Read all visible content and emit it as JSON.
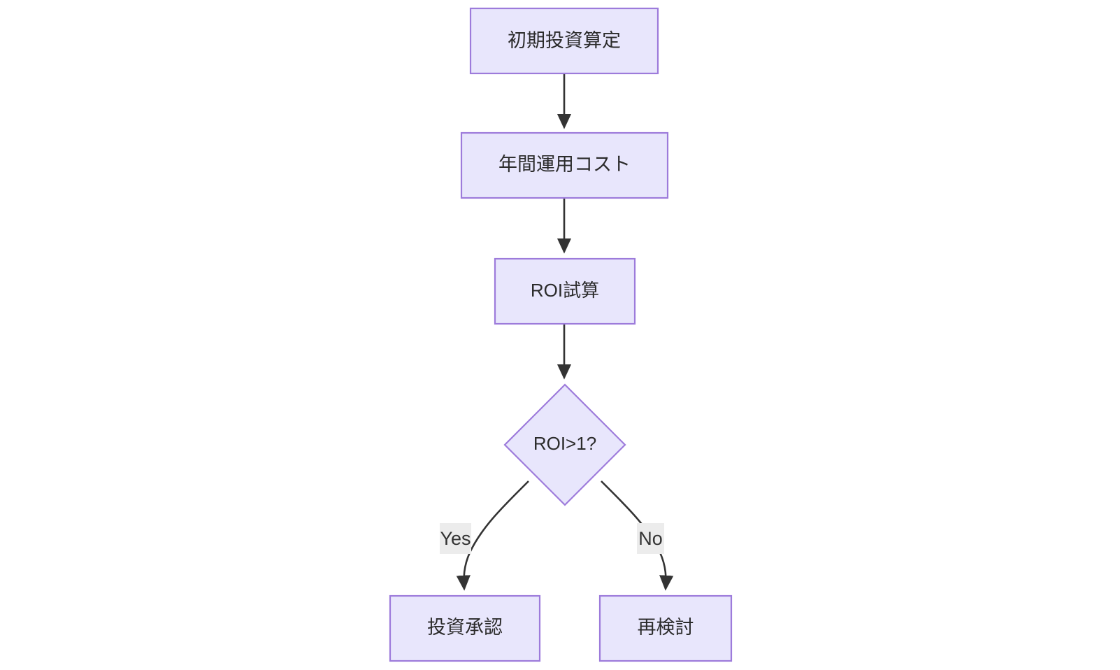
{
  "diagram": {
    "type": "flowchart",
    "direction": "top-to-bottom",
    "background_color": "#ffffff",
    "node_fill_color": "#e8e6fc",
    "node_stroke_color": "#9d7bdb",
    "edge_color": "#333333",
    "text_color": "#2b2b2b",
    "edge_label_bg_color": "#ececec",
    "nodes": [
      {
        "id": "initial_investment",
        "label": "初期投資算定",
        "shape": "rectangle"
      },
      {
        "id": "annual_cost",
        "label": "年間運用コスト",
        "shape": "rectangle"
      },
      {
        "id": "roi_calc",
        "label": "ROI試算",
        "shape": "rectangle"
      },
      {
        "id": "roi_decision",
        "label": "ROI>1?",
        "shape": "diamond"
      },
      {
        "id": "approve",
        "label": "投資承認",
        "shape": "rectangle"
      },
      {
        "id": "reconsider",
        "label": "再検討",
        "shape": "rectangle"
      }
    ],
    "edges": [
      {
        "from": "initial_investment",
        "to": "annual_cost",
        "label": ""
      },
      {
        "from": "annual_cost",
        "to": "roi_calc",
        "label": ""
      },
      {
        "from": "roi_calc",
        "to": "roi_decision",
        "label": ""
      },
      {
        "from": "roi_decision",
        "to": "approve",
        "label": "Yes"
      },
      {
        "from": "roi_decision",
        "to": "reconsider",
        "label": "No"
      }
    ]
  }
}
